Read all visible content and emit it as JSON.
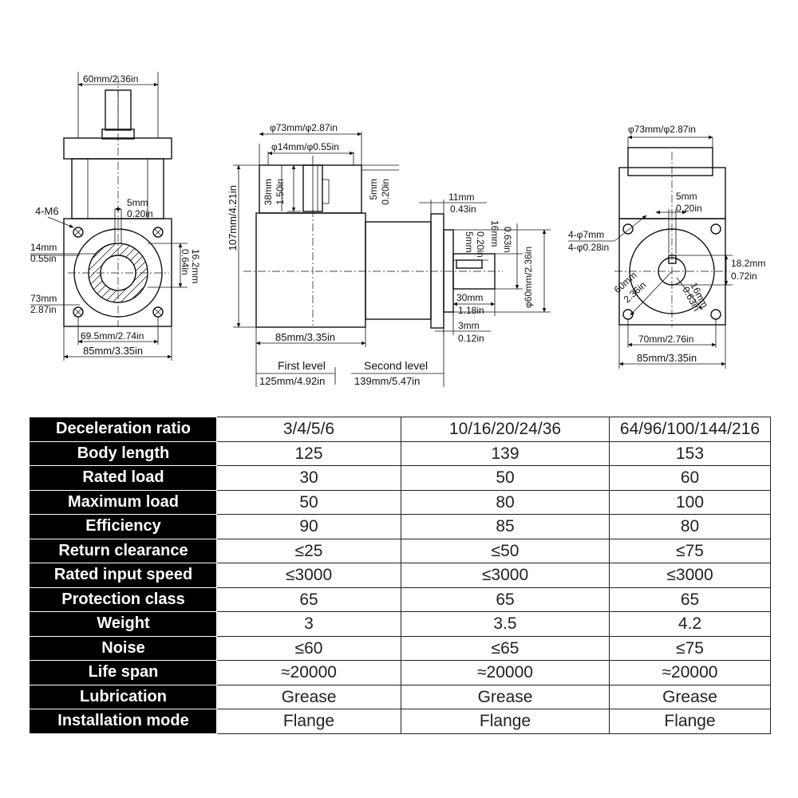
{
  "front_view": {
    "dim_shaft_width": "60mm/2.36in",
    "label_thread": "4-M6",
    "dim_key": "5mm",
    "dim_key_in": "0.20in",
    "dim_bore": "14mm",
    "dim_bore_in": "0.55in",
    "dim_keyway": "16.2mm",
    "dim_keyway_in": "0.64in",
    "dim_pcd": "73mm",
    "dim_pcd_in": "2.87in",
    "dim_holes": "69.5mm/2.74in",
    "dim_width": "85mm/3.35in"
  },
  "side_view": {
    "dim_outer_dia": "φ73mm/φ2.87in",
    "dim_inner_dia": "φ14mm/φ0.55in",
    "dim_38": "38mm",
    "dim_38_in": "1.50in",
    "dim_5": "5mm",
    "dim_5_in": "0.20in",
    "dim_height": "107mm/4.21in",
    "dim_11": "11mm",
    "dim_11_in": "0.43in",
    "dim_5b": "5mm",
    "dim_5b_in": "0.20in",
    "dim_16": "16mm",
    "dim_16_in": "0.63in",
    "dim_phi60": "φ60mm/2.36in",
    "dim_30": "30mm",
    "dim_30_in": "1.18in",
    "dim_3": "3mm",
    "dim_3_in": "0.12in",
    "dim_85": "85mm/3.35in",
    "first_level": "First level",
    "second_level": "Second level",
    "len_first": "125mm/4.92in",
    "len_second": "139mm/5.47in"
  },
  "flange_view": {
    "dim_outer_dia": "φ73mm/φ2.87in",
    "dim_key": "5mm",
    "dim_key_in": "0.20in",
    "dim_holes": "4-φ7mm",
    "dim_holes_in": "4-φ0.28in",
    "dim_182": "18.2mm",
    "dim_182_in": "0.72in",
    "dim_60": "60mm",
    "dim_60_in": "2.36in",
    "dim_16": "16mm",
    "dim_16_in": "0.63in",
    "dim_70": "70mm/2.76in",
    "dim_85": "85mm/3.35in"
  },
  "spec_table": {
    "rows": [
      {
        "label": "Deceleration ratio",
        "values": [
          "3/4/5/6",
          "10/16/20/24/36",
          "64/96/100/144/216"
        ]
      },
      {
        "label": "Body length",
        "values": [
          "125",
          "139",
          "153"
        ]
      },
      {
        "label": "Rated load",
        "values": [
          "30",
          "50",
          "60"
        ]
      },
      {
        "label": "Maximum load",
        "values": [
          "50",
          "80",
          "100"
        ]
      },
      {
        "label": "Efficiency",
        "values": [
          "90",
          "85",
          "80"
        ]
      },
      {
        "label": "Return clearance",
        "values": [
          "≤25",
          "≤50",
          "≤75"
        ]
      },
      {
        "label": "Rated input speed",
        "values": [
          "≤3000",
          "≤3000",
          "≤3000"
        ]
      },
      {
        "label": "Protection class",
        "values": [
          "65",
          "65",
          "65"
        ]
      },
      {
        "label": "Weight",
        "values": [
          "3",
          "3.5",
          "4.2"
        ]
      },
      {
        "label": "Noise",
        "values": [
          "≤60",
          "≤65",
          "≤75"
        ]
      },
      {
        "label": "Life span",
        "values": [
          "≈20000",
          "≈20000",
          "≈20000"
        ]
      },
      {
        "label": "Lubrication",
        "values": [
          "Grease",
          "Grease",
          "Grease"
        ]
      },
      {
        "label": "Installation mode",
        "values": [
          "Flange",
          "Flange",
          "Flange"
        ]
      }
    ]
  }
}
